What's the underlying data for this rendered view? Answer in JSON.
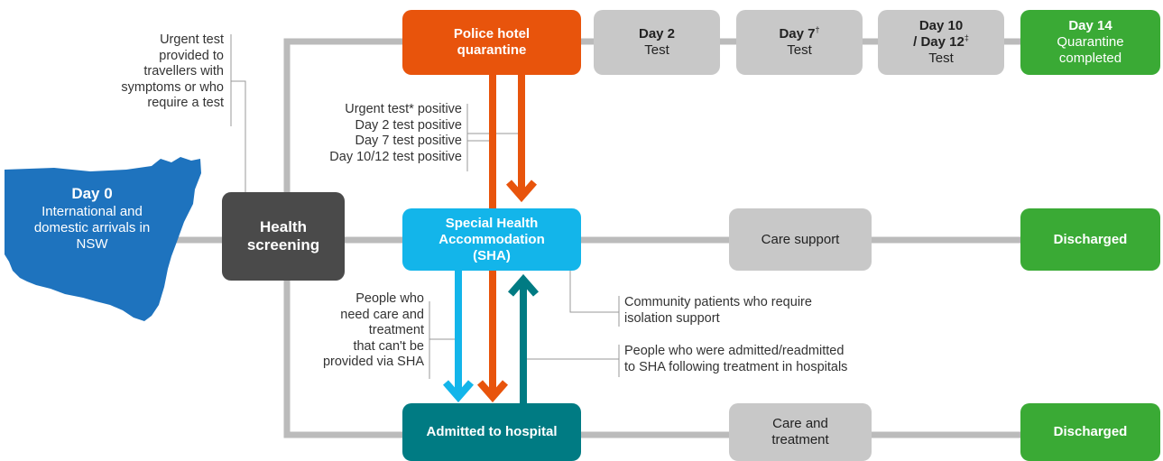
{
  "colors": {
    "orange": "#e8540c",
    "cyan": "#13b5ea",
    "teal": "#007b83",
    "dark": "#4a4a4a",
    "grey": "#c8c8c8",
    "green": "#3aaa35",
    "map_blue": "#1e73be",
    "connector": "#bbbbbb"
  },
  "map": {
    "icon": "nsw-map-icon",
    "title": "Day 0",
    "text": "International and domestic arrivals in NSW"
  },
  "health_screening": {
    "line1": "Health",
    "line2": "screening"
  },
  "quarantine": {
    "box": {
      "line1": "Police hotel",
      "line2": "quarantine"
    },
    "day2": {
      "title": "Day 2",
      "sub": "Test"
    },
    "day7": {
      "title": "Day 7",
      "mark": "†",
      "sub": "Test"
    },
    "day10": {
      "title_a": "Day 10",
      "title_b": "/ Day 12",
      "mark": "‡",
      "sub": "Test"
    },
    "day14": {
      "title": "Day 14",
      "sub1": "Quarantine",
      "sub2": "completed"
    }
  },
  "sha": {
    "line1": "Special Health",
    "line2": "Accommodation",
    "line3": "(SHA)",
    "care_support": "Care support",
    "discharged": "Discharged"
  },
  "hospital": {
    "label": "Admitted to hospital",
    "care_line1": "Care and",
    "care_line2": "treatment",
    "discharged": "Discharged"
  },
  "notes": {
    "urgent_test": [
      "Urgent test",
      "provided to",
      "travellers with",
      "symptoms or who",
      "require a test"
    ],
    "positives": [
      "Urgent test* positive",
      "Day 2 test positive",
      "Day 7 test positive",
      "Day 10/12 test positive"
    ],
    "need_care": [
      "People who",
      "need care and",
      "treatment",
      "that can't be",
      "provided via SHA"
    ],
    "community": [
      "Community patients who require",
      "isolation support"
    ],
    "readmitted": [
      "People who were admitted/readmitted",
      "to SHA following treatment in hospitals"
    ]
  }
}
